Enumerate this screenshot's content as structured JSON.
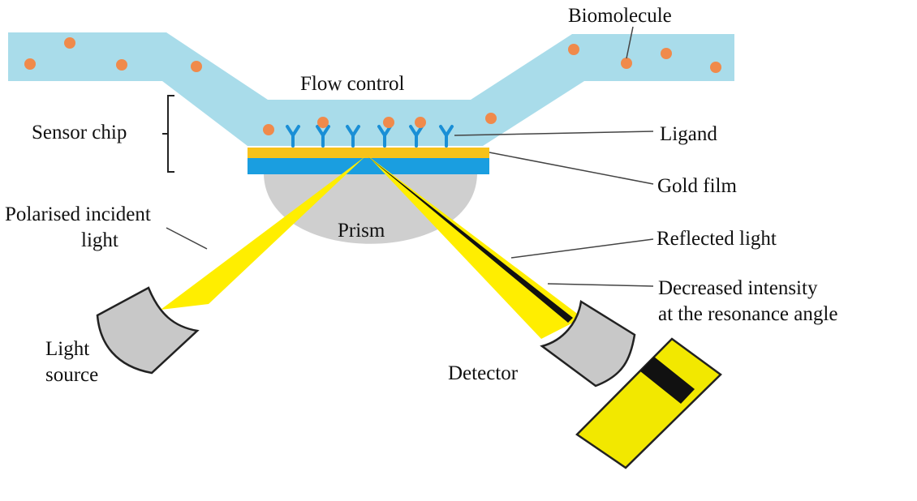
{
  "labels": {
    "biomolecule": "Biomolecule",
    "flow_control": "Flow control",
    "sensor_chip": "Sensor chip",
    "ligand": "Ligand",
    "gold_film": "Gold film",
    "polarised_line1": "Polarised incident",
    "polarised_line2": "light",
    "prism": "Prism",
    "reflected_light": "Reflected light",
    "decreased_line1": "Decreased intensity",
    "decreased_line2": "at the resonance angle",
    "light_source_line1": "Light",
    "light_source_line2": "source",
    "detector": "Detector"
  },
  "colors": {
    "flow_channel": "#a9dcea",
    "biomolecule": "#f08a4b",
    "ligand": "#1a8fd6",
    "gold_layer": "#f7c21a",
    "blue_layer": "#1a9ee0",
    "prism": "#cfcfcf",
    "light_beam": "#ffee00",
    "housing": "#c8c8c8",
    "detector_strip": "#f2e800",
    "dark_band": "#111111"
  }
}
